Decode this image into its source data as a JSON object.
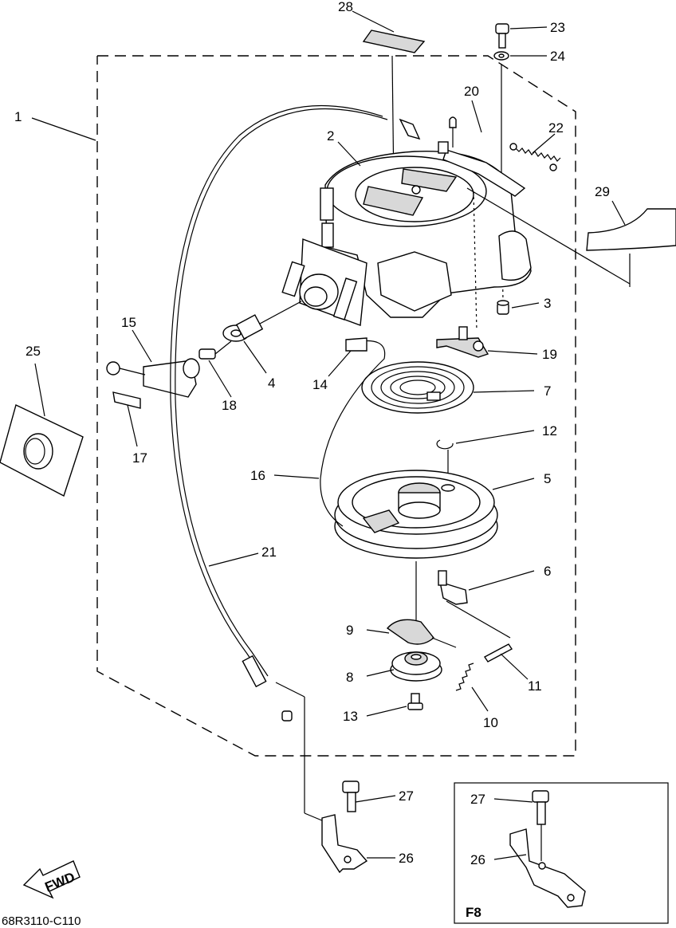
{
  "diagram": {
    "code": "68R3110-C110",
    "fwd_label": "FWD",
    "inset_label": "F8",
    "callouts": [
      "1",
      "2",
      "3",
      "4",
      "5",
      "6",
      "7",
      "8",
      "9",
      "10",
      "11",
      "12",
      "13",
      "14",
      "15",
      "16",
      "17",
      "18",
      "19",
      "20",
      "21",
      "22",
      "23",
      "24",
      "25",
      "26",
      "27",
      "28",
      "29"
    ],
    "inset_callouts": [
      "27",
      "26"
    ]
  }
}
